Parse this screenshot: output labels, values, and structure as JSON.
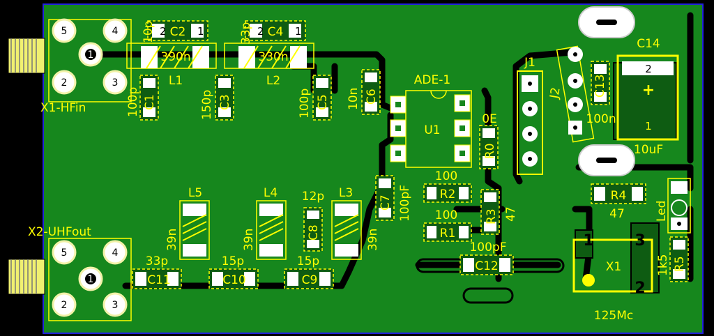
{
  "colors": {
    "background": "#000000",
    "board": "#16871d",
    "copper": "#0e5c12",
    "trace": "#000000",
    "silk": "#ffff00",
    "pad": "#ffffff",
    "pin_number": "#000000",
    "pad_ring": "#f2f2a8"
  },
  "connectors": {
    "x1": {
      "label": "X1-HFin",
      "pins": [
        "5",
        "4",
        "1",
        "2",
        "3"
      ]
    },
    "x2": {
      "label": "X2-UHFout",
      "pins": [
        "5",
        "4",
        "1",
        "2",
        "3"
      ]
    }
  },
  "capacitors": {
    "c1": {
      "ref": "C1",
      "value": "100p"
    },
    "c2": {
      "ref": "C2",
      "value": "10p"
    },
    "c3": {
      "ref": "C3",
      "value": "150p"
    },
    "c4": {
      "ref": "C4",
      "value": "33p"
    },
    "c5": {
      "ref": "C5",
      "value": "100p"
    },
    "c6": {
      "ref": "C6",
      "value": "10n"
    },
    "c7": {
      "ref": "C7",
      "value": "100pF"
    },
    "c8": {
      "ref": "C8",
      "value": "12p"
    },
    "c9": {
      "ref": "C9",
      "value": "15p"
    },
    "c10": {
      "ref": "C10",
      "value": "15p"
    },
    "c11": {
      "ref": "C11",
      "value": "33p"
    },
    "c12": {
      "ref": "C12",
      "value": "100pF"
    },
    "c13": {
      "ref": "C13",
      "value": "100n"
    },
    "c14": {
      "ref": "C14",
      "value": "10uF"
    }
  },
  "inductors": {
    "l1": {
      "ref": "L1",
      "value": "390n"
    },
    "l2": {
      "ref": "L2",
      "value": "330n"
    },
    "l3": {
      "ref": "L3",
      "value": "39n"
    },
    "l4": {
      "ref": "L4",
      "value": "39n"
    },
    "l5": {
      "ref": "L5",
      "value": "39n"
    }
  },
  "resistors": {
    "r0": {
      "ref": "R0",
      "value": "0E"
    },
    "r1": {
      "ref": "R1",
      "value": "100"
    },
    "r2": {
      "ref": "R2",
      "value": "100"
    },
    "r3": {
      "ref": "R3",
      "value": "47"
    },
    "r4": {
      "ref": "R4",
      "value": "47"
    },
    "r5": {
      "ref": "R5",
      "value": "1k5"
    }
  },
  "mixer": {
    "ref": "U1",
    "value": "ADE-1"
  },
  "oscillator": {
    "ref": "X1",
    "value": "125Mc",
    "pins": [
      "1",
      "3",
      "2"
    ]
  },
  "headers": {
    "j1": "J1",
    "j2": "J2"
  },
  "led": {
    "label": "Led"
  },
  "polarity": {
    "plus": "+",
    "pin2": "2",
    "pin1": "1"
  },
  "pad_numbers": {
    "one": "1",
    "two": "2"
  }
}
